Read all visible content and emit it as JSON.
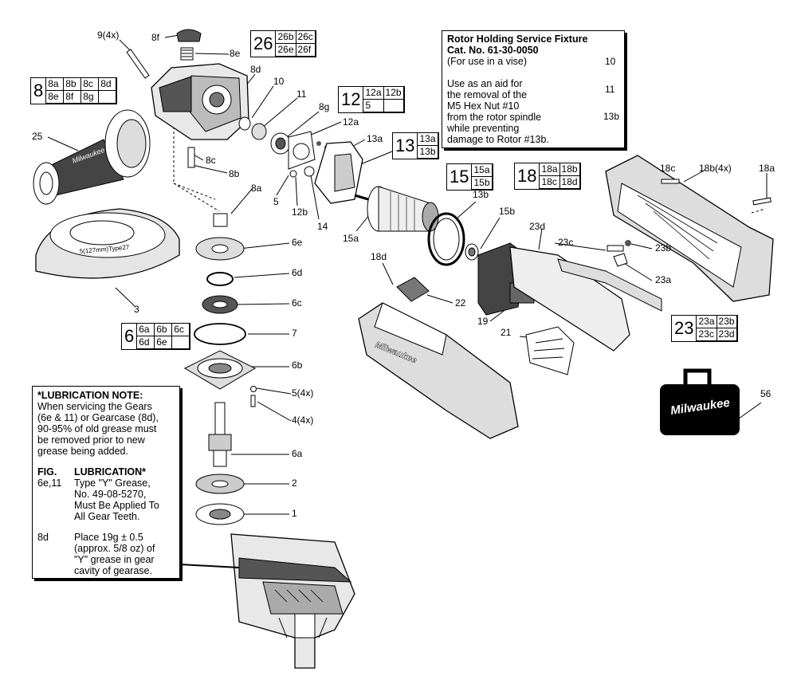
{
  "part_labels": [
    {
      "id": "p9",
      "text": "9(4x)"
    },
    {
      "id": "p8f",
      "text": "8f"
    },
    {
      "id": "p8e",
      "text": "8e"
    },
    {
      "id": "p8d",
      "text": "8d"
    },
    {
      "id": "p10",
      "text": "10"
    },
    {
      "id": "p11",
      "text": "11"
    },
    {
      "id": "p8g",
      "text": "8g"
    },
    {
      "id": "p12a",
      "text": "12a"
    },
    {
      "id": "p13a",
      "text": "13a"
    },
    {
      "id": "p25",
      "text": "25"
    },
    {
      "id": "p8c",
      "text": "8c"
    },
    {
      "id": "p8b",
      "text": "8b"
    },
    {
      "id": "p8a",
      "text": "8a"
    },
    {
      "id": "p5",
      "text": "5"
    },
    {
      "id": "p12b",
      "text": "12b"
    },
    {
      "id": "p14",
      "text": "14"
    },
    {
      "id": "p15a",
      "text": "15a"
    },
    {
      "id": "p13b",
      "text": "13b"
    },
    {
      "id": "p15b",
      "text": "15b"
    },
    {
      "id": "p6e",
      "text": "6e"
    },
    {
      "id": "p6d",
      "text": "6d"
    },
    {
      "id": "p6c",
      "text": "6c"
    },
    {
      "id": "p7",
      "text": "7"
    },
    {
      "id": "p6b",
      "text": "6b"
    },
    {
      "id": "p3",
      "text": "3"
    },
    {
      "id": "p54x",
      "text": "5(4x)"
    },
    {
      "id": "p44x",
      "text": "4(4x)"
    },
    {
      "id": "p6a",
      "text": "6a"
    },
    {
      "id": "p2",
      "text": "2"
    },
    {
      "id": "p1",
      "text": "1"
    },
    {
      "id": "p18d",
      "text": "18d"
    },
    {
      "id": "p22",
      "text": "22"
    },
    {
      "id": "p19",
      "text": "19"
    },
    {
      "id": "p21",
      "text": "21"
    },
    {
      "id": "p23d",
      "text": "23d"
    },
    {
      "id": "p23c",
      "text": "23c"
    },
    {
      "id": "p23b",
      "text": "23b"
    },
    {
      "id": "p23a",
      "text": "23a"
    },
    {
      "id": "p18c",
      "text": "18c"
    },
    {
      "id": "p18b4x",
      "text": "18b(4x)"
    },
    {
      "id": "p18a",
      "text": "18a"
    },
    {
      "id": "p56",
      "text": "56"
    },
    {
      "id": "pfx10",
      "text": "10"
    },
    {
      "id": "pfx11",
      "text": "11"
    },
    {
      "id": "pfx13b",
      "text": "13b"
    }
  ],
  "groups": {
    "g26": {
      "main": "26",
      "subs": [
        "26b",
        "26c",
        "26e",
        "26f"
      ]
    },
    "g8": {
      "main": "8",
      "subs": [
        "8a",
        "8b",
        "8c",
        "8d",
        "8e",
        "8f",
        "8g",
        ""
      ]
    },
    "g12": {
      "main": "12",
      "subs": [
        "12a",
        "12b",
        "5",
        ""
      ]
    },
    "g13": {
      "main": "13",
      "subs": [
        "13a",
        "13b"
      ]
    },
    "g15": {
      "main": "15",
      "subs": [
        "15a",
        "15b"
      ]
    },
    "g18": {
      "main": "18",
      "subs": [
        "18a",
        "18b",
        "18c",
        "18d"
      ]
    },
    "g6": {
      "main": "6",
      "subs": [
        "6a",
        "6b",
        "6c",
        "6d",
        "6e",
        ""
      ]
    },
    "g23": {
      "main": "23",
      "subs": [
        "23a",
        "23b",
        "23c",
        "23d"
      ]
    }
  },
  "fixture_box": {
    "title1": "Rotor Holding Service Fixture",
    "title2": "Cat. No. 61-30-0050",
    "line3": "(For use in a vise)",
    "body": [
      "Use as an aid for",
      "the removal of the",
      "M5 Hex Nut #10",
      "from the rotor spindle",
      "while preventing",
      "damage to Rotor #13b."
    ]
  },
  "lube_note": {
    "title": "*LUBRICATION NOTE:",
    "body": [
      "When servicing the Gears",
      "(6e & 11) or Gearcase (8d),",
      "90-95% of old grease must",
      "be removed prior to new",
      "grease being added."
    ],
    "col1_header": "FIG.",
    "col2_header": "LUBRICATION*",
    "rows": [
      {
        "fig": "6e,11",
        "lines": [
          "Type \"Y\" Grease,",
          "No. 49-08-5270,",
          "Must Be Applied To",
          "All Gear Teeth."
        ]
      },
      {
        "fig": "8d",
        "lines": [
          "Place 19g ± 0.5",
          "(approx. 5/8 oz) of",
          "\"Y\" grease in gear",
          "cavity of gearase."
        ]
      }
    ]
  },
  "brand": "Milwaukee",
  "guard_text": "5(127mm)Type27"
}
